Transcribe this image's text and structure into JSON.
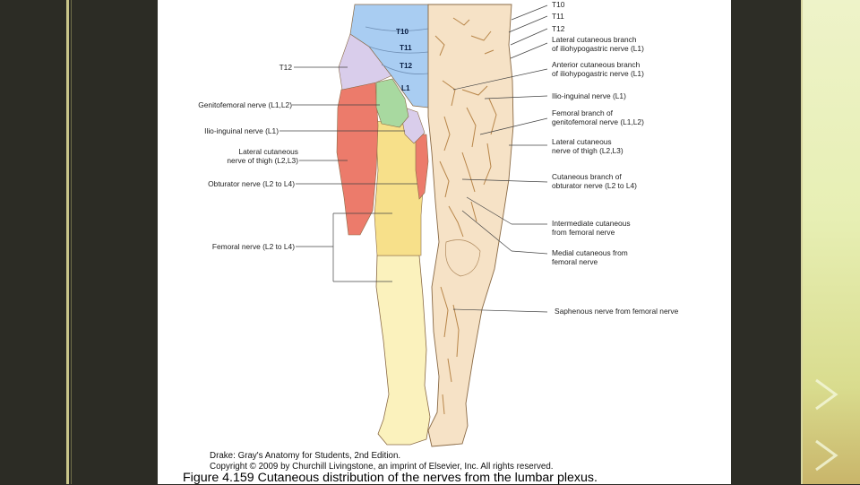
{
  "left_labels": [
    {
      "id": "t12",
      "text": "T12"
    },
    {
      "id": "genitofemoral",
      "text": "Genitofemoral nerve (L1,L2)"
    },
    {
      "id": "ilioinguinal",
      "text": "Ilio-inguinal nerve (L1)"
    },
    {
      "id": "lateral-cutaneous",
      "text": "Lateral cutaneous\nnerve of thigh (L2,L3)"
    },
    {
      "id": "obturator",
      "text": "Obturator nerve (L2 to L4)"
    },
    {
      "id": "femoral",
      "text": "Femoral nerve (L2 to L4)"
    }
  ],
  "segment_labels": {
    "t10": "T10",
    "t11": "T11",
    "t12": "T12",
    "l1": "L1"
  },
  "right_labels": [
    {
      "id": "r-t10",
      "text": "T10"
    },
    {
      "id": "r-t11",
      "text": "T11"
    },
    {
      "id": "r-t12",
      "text": "T12"
    },
    {
      "id": "r-lat-ilio",
      "text": "Lateral cutaneous branch\nof iliohypogastric nerve (L1)"
    },
    {
      "id": "r-ant-ilio",
      "text": "Anterior cutaneous branch\nof iliohypogastric nerve (L1)"
    },
    {
      "id": "r-ilioinguinal",
      "text": "Ilio-inguinal nerve (L1)"
    },
    {
      "id": "r-femoral-branch",
      "text": "Femoral branch of\ngenitofemoral nerve (L1,L2)"
    },
    {
      "id": "r-lateral-cutaneous",
      "text": "Lateral cutaneous\nnerve of thigh (L2,L3)"
    },
    {
      "id": "r-obturator",
      "text": "Cutaneous branch of\nobturator nerve (L2 to L4)"
    },
    {
      "id": "r-intermediate",
      "text": "Intermediate cutaneous\nfrom femoral nerve"
    },
    {
      "id": "r-medial",
      "text": "Medial cutaneous from\nfemoral nerve"
    },
    {
      "id": "r-saphenous",
      "text": "Saphenous nerve from femoral nerve"
    }
  ],
  "credit": {
    "line1": "Drake: Gray's Anatomy for Students, 2nd Edition.",
    "line2": "Copyright © 2009 by Churchill Livingstone, an imprint of Elsevier, Inc. All rights reserved."
  },
  "caption": "Figure 4.159 Cutaneous distribution of the nerves from the lumbar plexus.",
  "colors": {
    "skin": "#f6e2c6",
    "dermatome_blue": "#a9cdf2",
    "lavender": "#d9cdeb",
    "green": "#a8d9a0",
    "red": "#ec7b6b",
    "yellow": "#f7e08a",
    "pale_yellow": "#fbf2bd",
    "nerve": "#b8864a"
  }
}
